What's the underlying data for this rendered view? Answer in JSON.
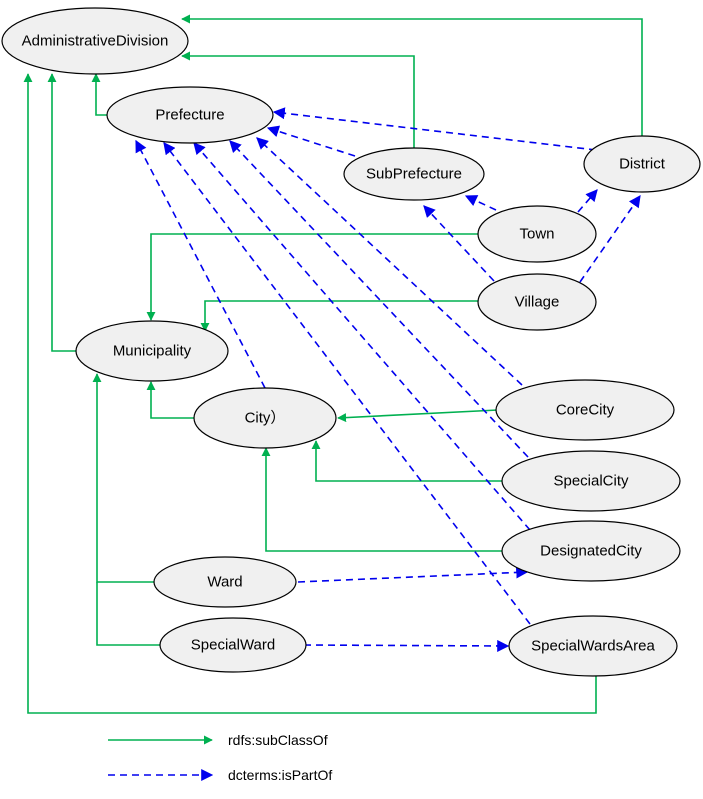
{
  "colors": {
    "subclass": "#00b050",
    "ispartof": "#0000ee",
    "node_fill": "#f0f0f0"
  },
  "nodes": {
    "administrative_division": "AdministrativeDivision",
    "prefecture": "Prefecture",
    "subprefecture": "SubPrefecture",
    "district": "District",
    "town": "Town",
    "village": "Village",
    "municipality": "Municipality",
    "city": "City）",
    "corecity": "CoreCity",
    "specialcity": "SpecialCity",
    "designatedcity": "DesignatedCity",
    "ward": "Ward",
    "specialward": "SpecialWard",
    "specialwardsarea": "SpecialWardsArea"
  },
  "legend": {
    "subclass_label": "rdfs:subClassOf",
    "ispartof_label": "dcterms:isPartOf"
  }
}
